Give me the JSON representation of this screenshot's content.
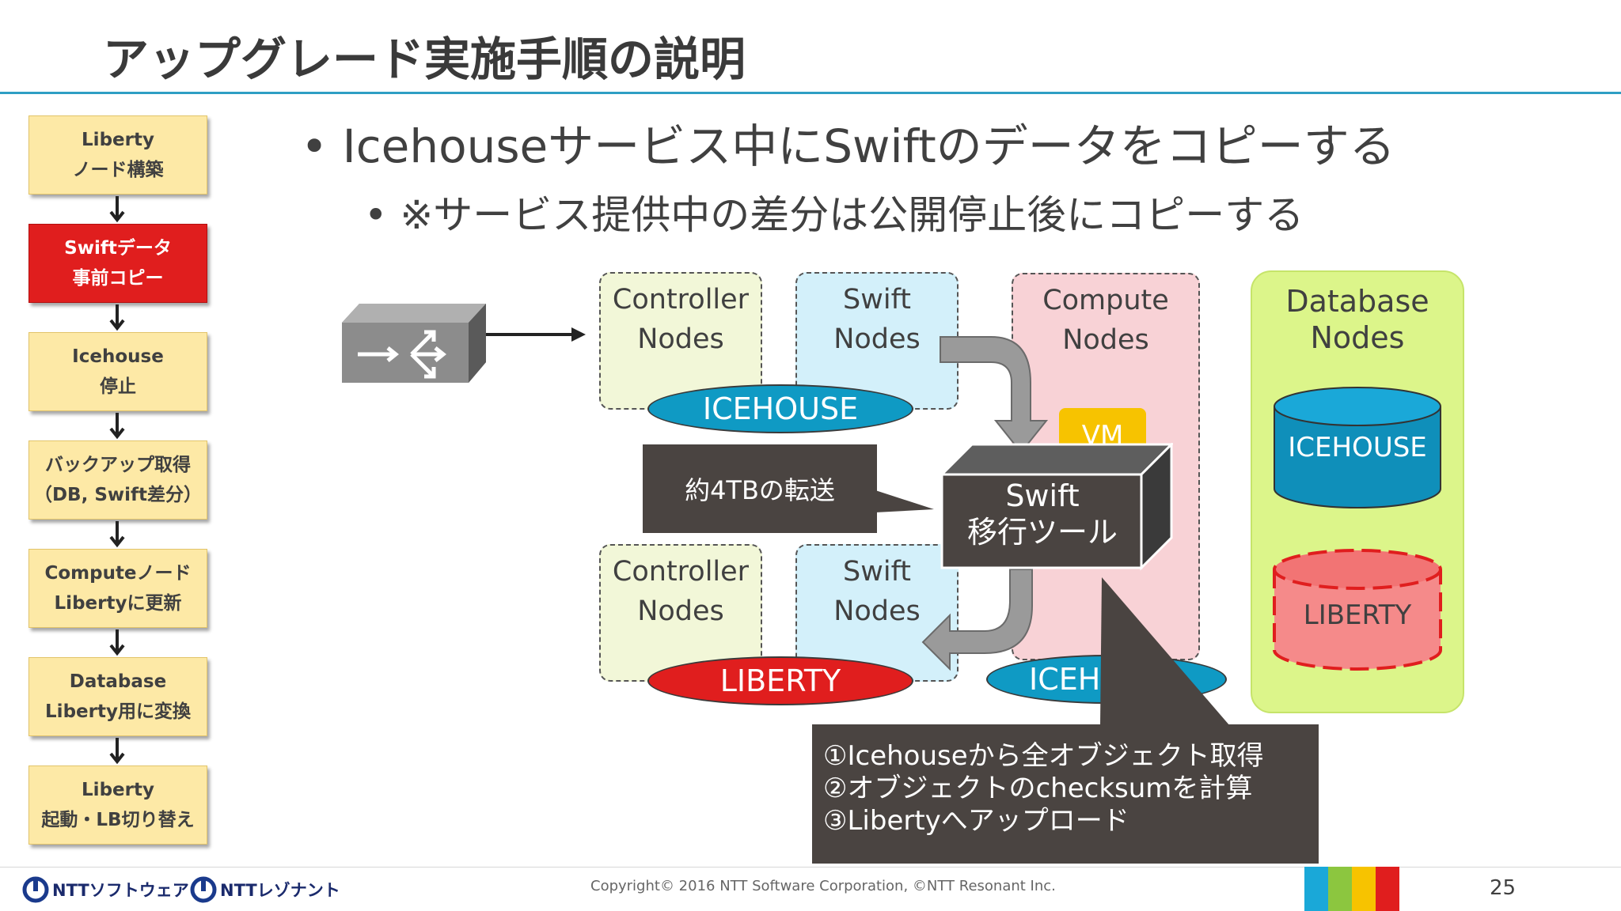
{
  "title": "アップグレード実施手順の説明",
  "steps": [
    {
      "line1": "Liberty",
      "line2": "ノード構築"
    },
    {
      "line1": "Swiftデータ",
      "line2": "事前コピー"
    },
    {
      "line1": "Icehouse",
      "line2": "停止"
    },
    {
      "line1": "バックアップ取得",
      "line2": "（DB, Swift差分）"
    },
    {
      "line1": "Computeノード",
      "line2": "Libertyに更新"
    },
    {
      "line1": "Database",
      "line2": "Liberty用に変換"
    },
    {
      "line1": "Liberty",
      "line2": "起動・LB切り替え"
    }
  ],
  "active_step": 1,
  "bullets": {
    "main": "Icehouseサービス中にSwiftのデータをコピーする",
    "sub": "※サービス提供中の差分は公開停止後にコピーする"
  },
  "diagram": {
    "controller_top": {
      "line1": "Controller",
      "line2": "Nodes"
    },
    "swift_top": {
      "line1": "Swift",
      "line2": "Nodes"
    },
    "compute": {
      "line1": "Compute",
      "line2": "Nodes"
    },
    "database": {
      "line1": "Database",
      "line2": "Nodes"
    },
    "controller_bottom": {
      "line1": "Controller",
      "line2": "Nodes"
    },
    "swift_bottom": {
      "line1": "Swift",
      "line2": "Nodes"
    },
    "icehouse_label": "ICEHOUSE",
    "liberty_label": "LIBERTY",
    "icehouse_partial": "ICEH",
    "vm_label": "VM",
    "db_icehouse": "ICEHOUSE",
    "db_liberty": "LIBERTY",
    "tool_line1": "Swift",
    "tool_line2": "移行ツール",
    "transfer_note": "約4TBの転送",
    "steps_note": [
      "①Icehouseから全オブジェクト取得",
      "②オブジェクトのchecksumを計算",
      "③Libertyへアップロード"
    ]
  },
  "footer": {
    "logo1": "NTTソフトウェア",
    "logo2": "NTTレゾナント",
    "copyright": "Copyright© 2016 NTT Software Corporation, ©NTT Resonant Inc.",
    "page_number": "25"
  },
  "colors": {
    "title_rule": "#2e9ec4",
    "step_bg": "#fde9a6",
    "active_step_bg": "#e01e1e",
    "icehouse_blue": "#0f9ac4",
    "liberty_red": "#e01e1e",
    "controller_bg": "#f2f7d8",
    "swift_bg": "#d3f0fa",
    "compute_bg": "#f8d2d6",
    "database_bg": "#dcf58a",
    "callout_bg": "#4a4441"
  }
}
